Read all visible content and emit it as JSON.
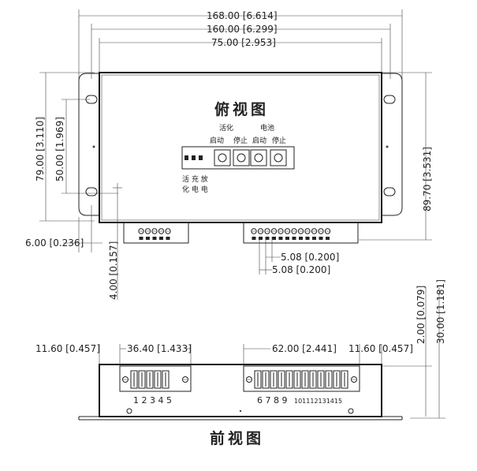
{
  "top_view": {
    "title": "俯视图",
    "dims": {
      "overall_width": "168.00 [6.614]",
      "hole_spacing": "160.00 [6.299]",
      "body_width": "75.00 [2.953]",
      "overall_height": "79.00 [3.110]",
      "inner_height": "50.00 [1.969]",
      "side_height": "89.70 [3.531]",
      "edge_offset": "6.00 [0.236]",
      "hole_offset": "4.00 [0.157]",
      "pitch_a": "5.08 [0.200]",
      "pitch_b": "5.08 [0.200]"
    },
    "panel_labels": {
      "group_activate": "活化",
      "group_battery": "电池",
      "start_1": "启动",
      "stop_1": "停止",
      "start_2": "启动",
      "stop_2": "停止",
      "led_top": "活 充 放",
      "led_bottom": "化 电 电"
    }
  },
  "front_view": {
    "title": "前视图",
    "dims": {
      "left_edge": "11.60 [0.457]",
      "left_block": "36.40 [1.433]",
      "right_block": "62.00 [2.441]",
      "right_edge": "11.60 [0.457]",
      "flange": "2.00 [0.079]",
      "height": "30.00 [1.181]"
    },
    "pins_left": "1 2 3 4 5",
    "pins_right_a": "6 7 8 9",
    "pins_right_b": "101112131415"
  }
}
